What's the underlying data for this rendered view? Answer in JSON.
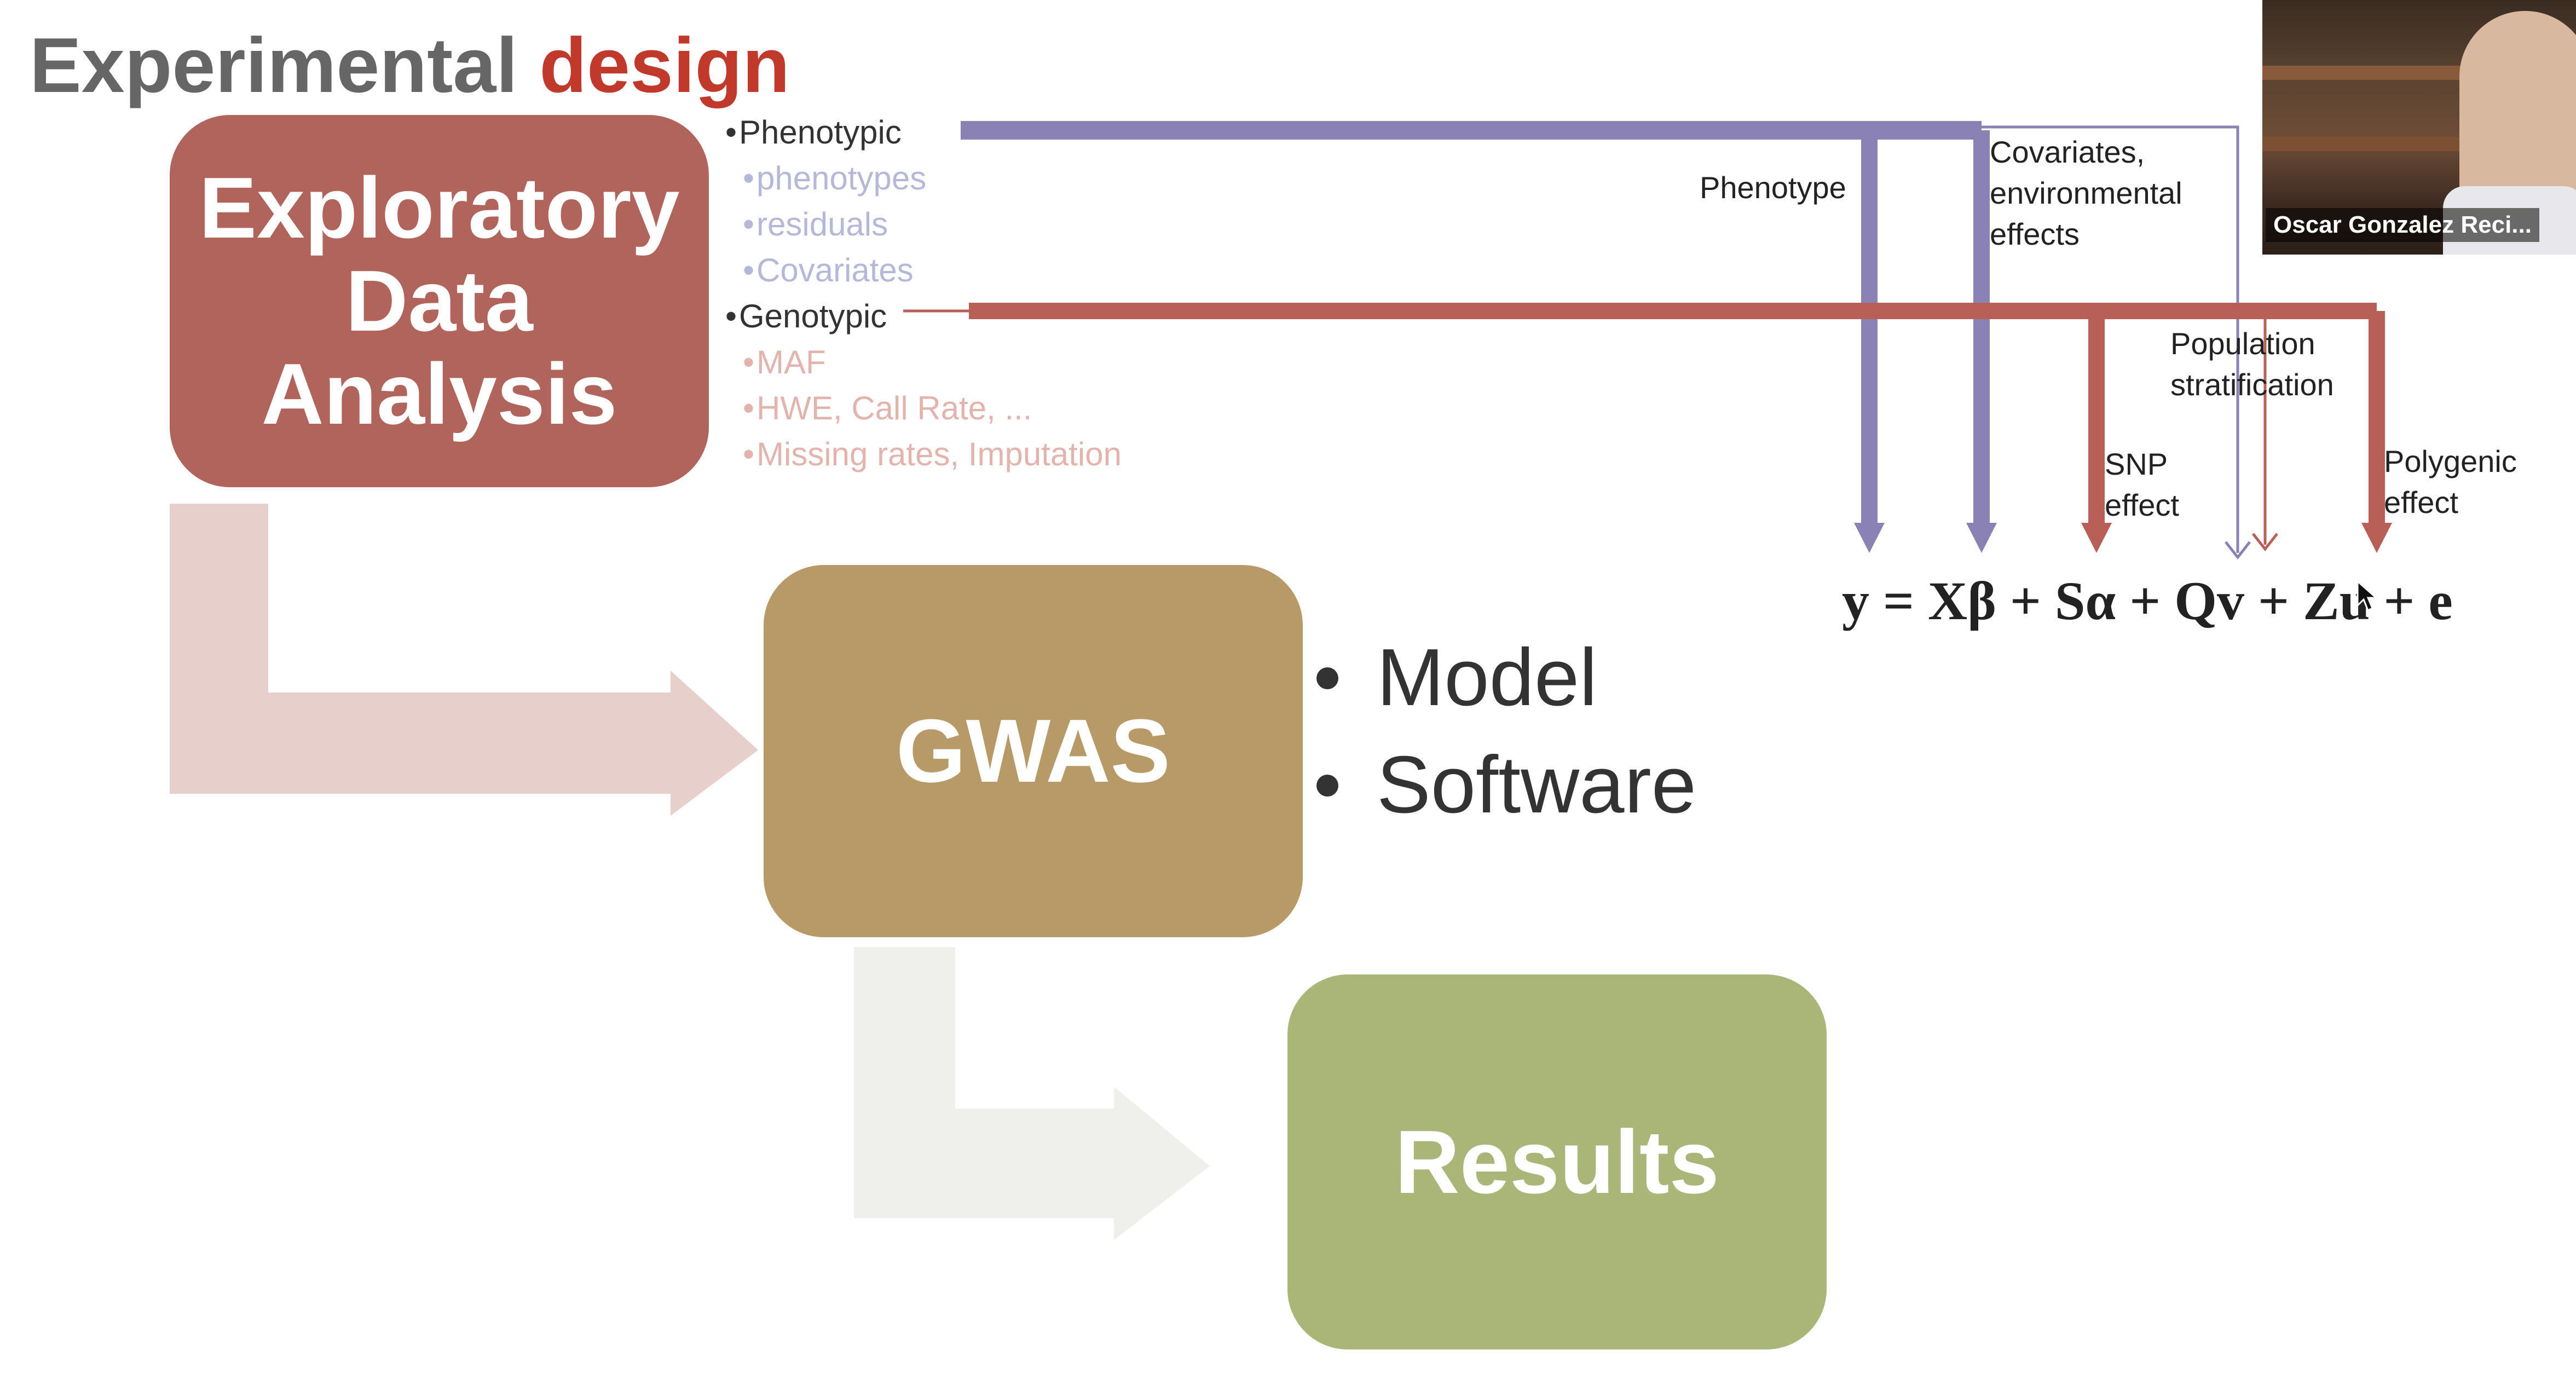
{
  "slide": {
    "title_gray": "Experimental",
    "title_red": "design"
  },
  "eda": {
    "box_label": "Exploratory\nData\nAnalysis",
    "phenotypic": "Phenotypic",
    "phenotypic_items": [
      "phenotypes",
      "residuals",
      "Covariates"
    ],
    "genotypic": "Genotypic",
    "genotypic_items": [
      "MAF",
      "HWE, Call Rate, ...",
      "Missing rates, Imputation"
    ]
  },
  "gwas": {
    "box_label": "GWAS",
    "items": [
      "Model",
      "Software"
    ]
  },
  "results": {
    "box_label": "Results"
  },
  "model_labels": {
    "phenotype": "Phenotype",
    "covariates": "Covariates,\nenvironmental\neffects",
    "population": "Population\nstratification",
    "snp": "SNP\neffect",
    "polygenic": "Polygenic\neffect"
  },
  "equation": "y = Xβ + Sα + Qv + Zu + e",
  "webcam": {
    "participant_name": "Oscar Gonzalez Reci..."
  },
  "colors": {
    "title_accent": "#c0392b",
    "eda_box": "#b0645c",
    "gwas_box": "#b79a67",
    "results_box": "#a9b678",
    "phenotypic_line": "#8a82b4",
    "genotypic_line": "#b85f58"
  }
}
